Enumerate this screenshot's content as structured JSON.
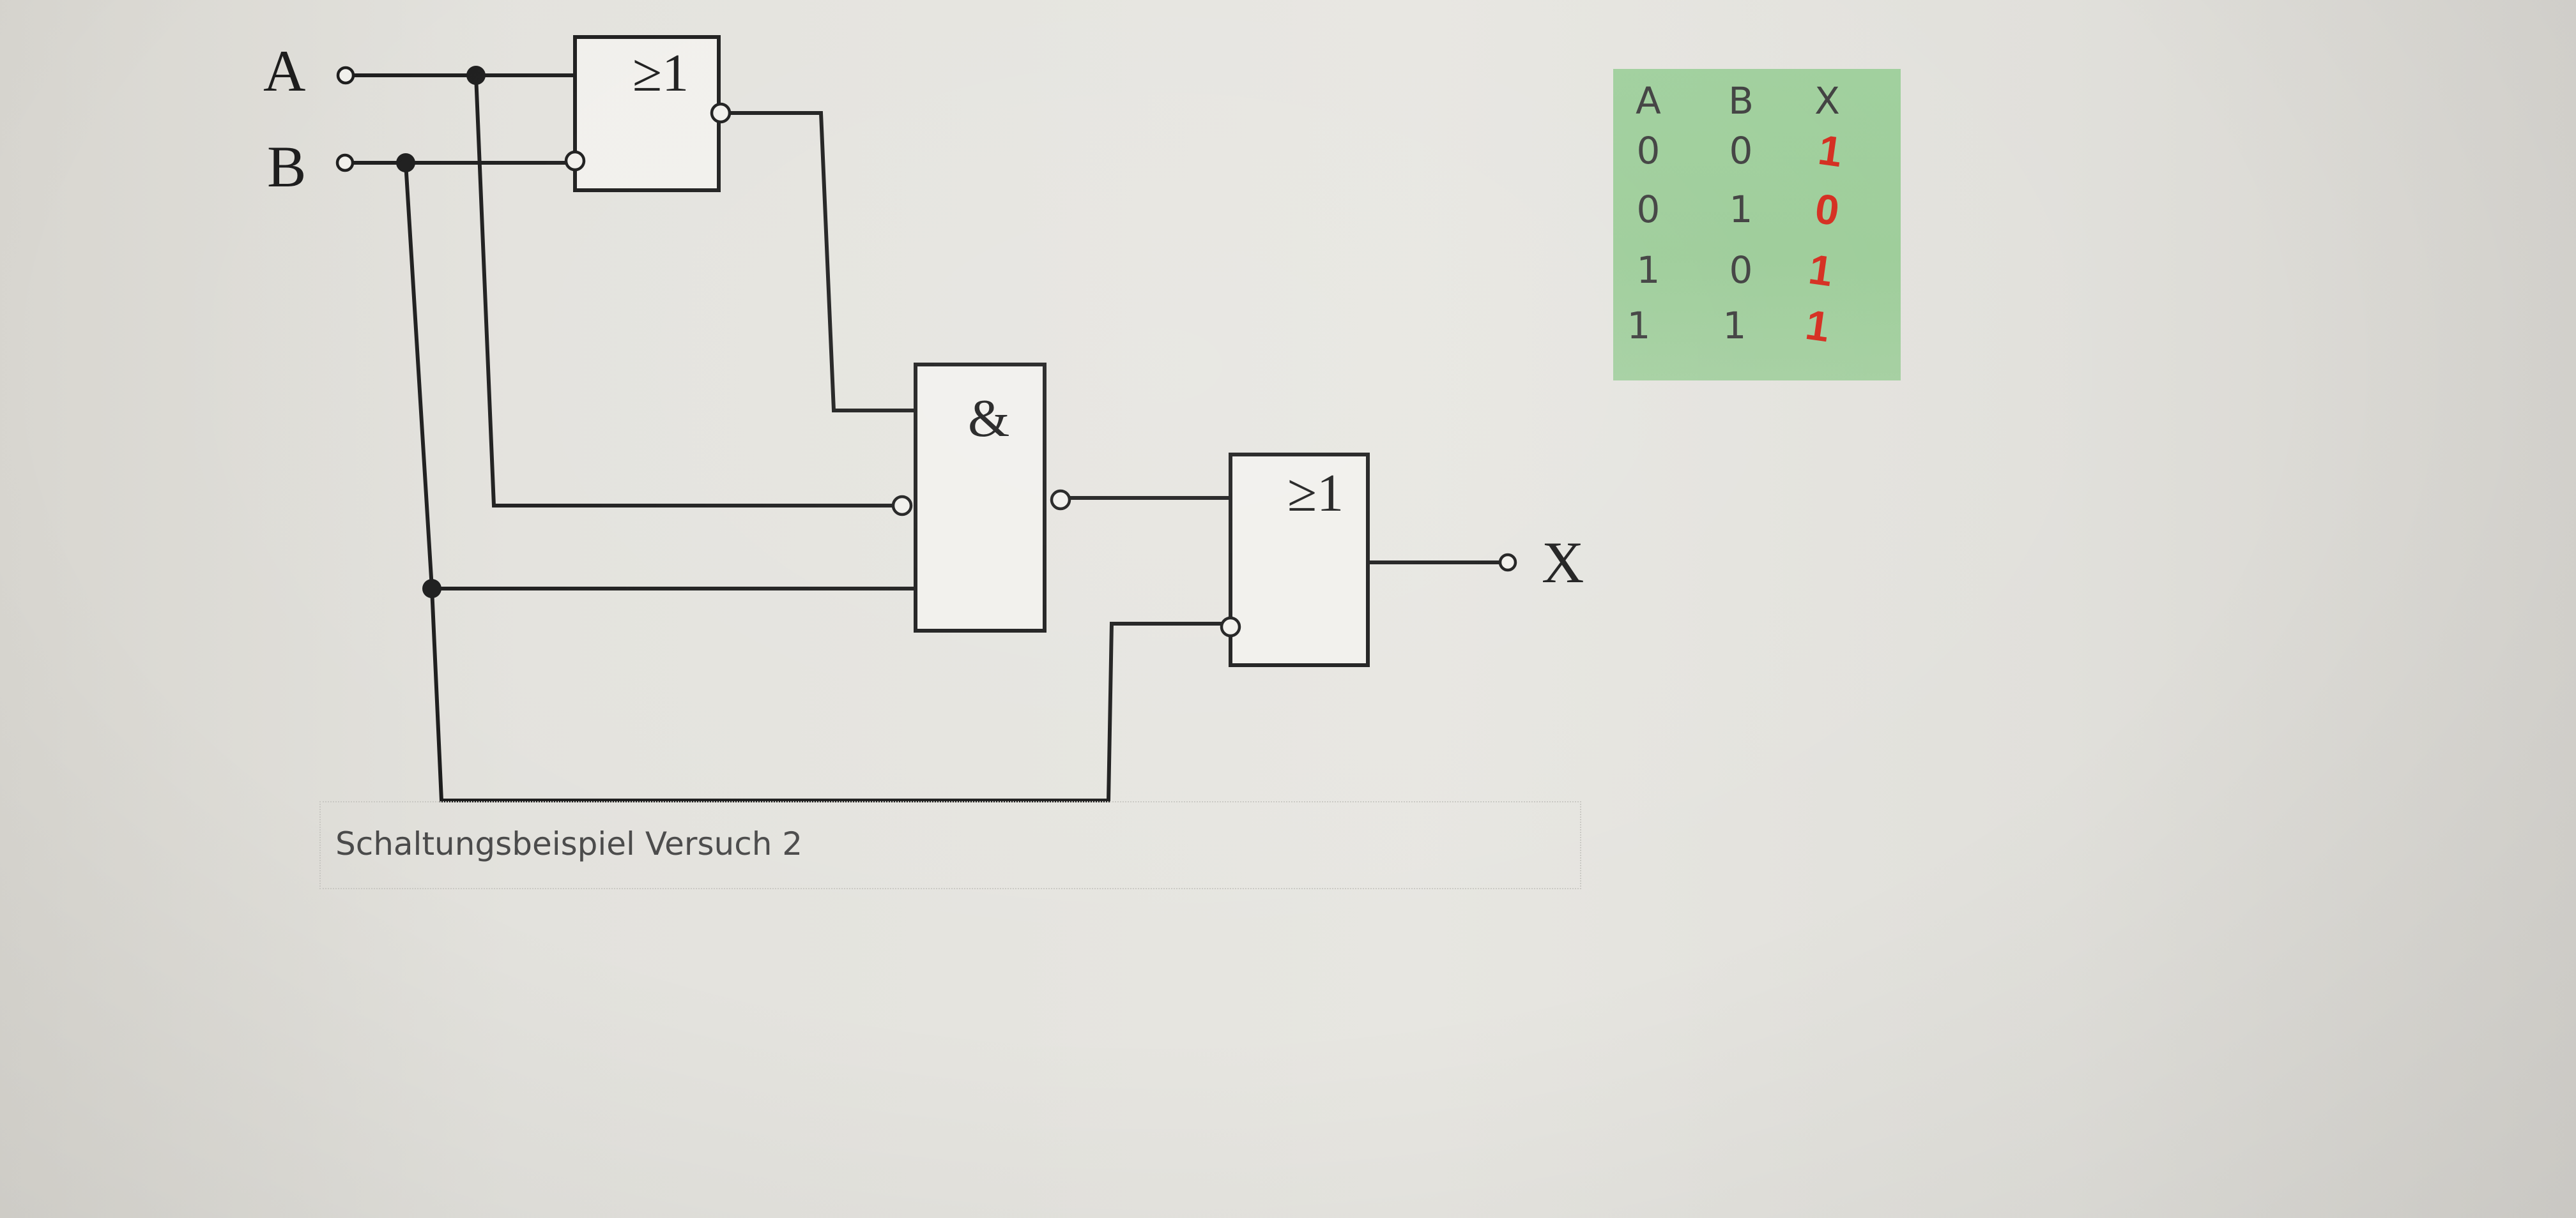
{
  "diagram": {
    "inputs": [
      {
        "label": "A"
      },
      {
        "label": "B"
      }
    ],
    "output": {
      "label": "X"
    },
    "gates": [
      {
        "id": "gate1",
        "type": "OR",
        "symbol": "≥1",
        "inverted_inputs": [
          "B"
        ],
        "inverted_output": true
      },
      {
        "id": "gate2",
        "type": "AND",
        "symbol": "&",
        "inverted_inputs": [
          "A"
        ],
        "inverted_output": true
      },
      {
        "id": "gate3",
        "type": "OR",
        "symbol": "≥1",
        "inverted_inputs": [
          "B"
        ],
        "inverted_output": false
      }
    ],
    "caption": "Schaltungsbeispiel Versuch 2"
  },
  "truth_table": {
    "headers": [
      "A",
      "B",
      "X"
    ],
    "rows": [
      [
        "0",
        "0",
        "1"
      ],
      [
        "0",
        "1",
        "0"
      ],
      [
        "1",
        "0",
        "1"
      ],
      [
        "1",
        "1",
        "1"
      ]
    ],
    "background_color": "#9fcf9c",
    "handwritten_color": "#d42a1c"
  }
}
